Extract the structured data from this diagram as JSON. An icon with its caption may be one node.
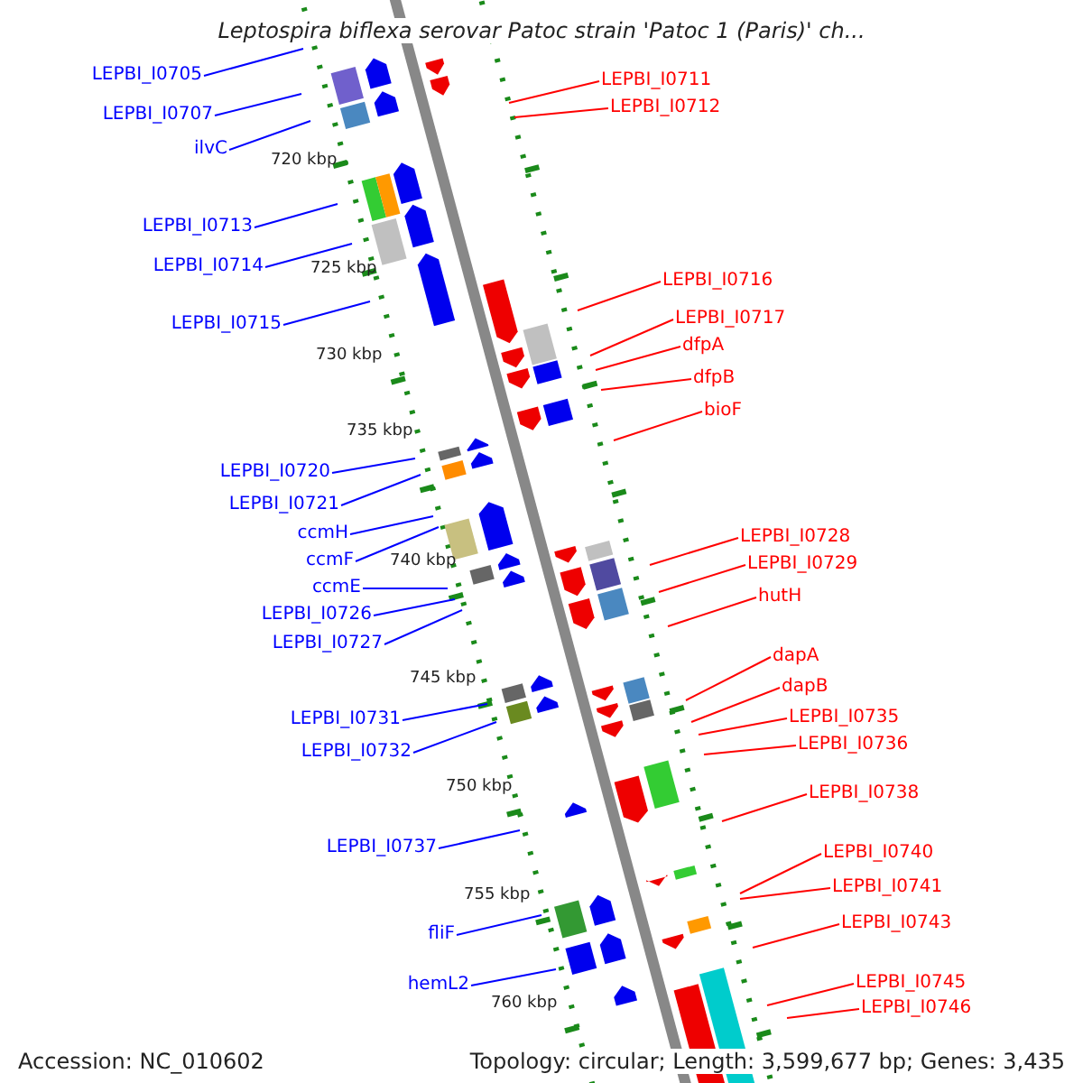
{
  "diagram": {
    "title": "Leptospira biflexa serovar Patoc strain 'Patoc 1 (Paris)' ch...",
    "nodes": [
      {
        "text": [
          "LEPBI_I0705"
        ]
      },
      {
        "text": [
          "LEPBI_I0707"
        ]
      },
      {
        "text": [
          "ilvC"
        ]
      },
      {
        "text": [
          "LEPBI_I0713"
        ]
      },
      {
        "text": [
          "LEPBI_I0714"
        ]
      },
      {
        "text": [
          "LEPBI_I0715"
        ]
      },
      {
        "text": [
          "LEPBI_I0720"
        ]
      },
      {
        "text": [
          "LEPBI_I0721"
        ]
      },
      {
        "text": [
          "ccmH"
        ]
      },
      {
        "text": [
          "ccmF"
        ]
      },
      {
        "text": [
          "ccmE"
        ]
      },
      {
        "text": [
          "LEPBI_I0726"
        ]
      },
      {
        "text": [
          "LEPBI_I0727"
        ]
      },
      {
        "text": [
          "LEPBI_I0731"
        ]
      },
      {
        "text": [
          "LEPBI_I0732"
        ]
      },
      {
        "text": [
          "LEPBI_I0737"
        ]
      },
      {
        "text": [
          "fliF"
        ]
      },
      {
        "text": [
          "hemL2"
        ]
      },
      {
        "text": [
          "LEPBI_I0711"
        ]
      },
      {
        "text": [
          "LEPBI_I0712"
        ]
      },
      {
        "text": [
          "LEPBI_I0716"
        ]
      },
      {
        "text": [
          "LEPBI_I0717"
        ]
      },
      {
        "text": [
          "dfpA"
        ]
      },
      {
        "text": [
          "dfpB"
        ]
      },
      {
        "text": [
          "bioF"
        ]
      },
      {
        "text": [
          "LEPBI_I0728"
        ]
      },
      {
        "text": [
          "LEPBI_I0729"
        ]
      },
      {
        "text": [
          "hutH"
        ]
      },
      {
        "text": [
          "dapA"
        ]
      },
      {
        "text": [
          "dapB"
        ]
      },
      {
        "text": [
          "LEPBI_I0735"
        ]
      },
      {
        "text": [
          "LEPBI_I0736"
        ]
      },
      {
        "text": [
          "LEPBI_I0738"
        ]
      },
      {
        "text": [
          "LEPBI_I0740"
        ]
      },
      {
        "text": [
          "LEPBI_I0741"
        ]
      },
      {
        "text": [
          "LEPBI_I0743"
        ]
      },
      {
        "text": [
          "LEPBI_I0745"
        ]
      },
      {
        "text": [
          "LEPBI_I0746"
        ]
      }
    ],
    "edges": [
      {
        "from": 0,
        "to": null,
        "arrow": "none",
        "color": "#0000ff"
      },
      {
        "from": 1,
        "to": null,
        "arrow": "none",
        "color": "#0000ff"
      },
      {
        "from": 2,
        "to": null,
        "arrow": "none",
        "color": "#0000ff"
      },
      {
        "from": 3,
        "to": null,
        "arrow": "none",
        "color": "#0000ff"
      },
      {
        "from": 4,
        "to": null,
        "arrow": "none",
        "color": "#0000ff"
      },
      {
        "from": 5,
        "to": null,
        "arrow": "none",
        "color": "#0000ff"
      },
      {
        "from": 6,
        "to": null,
        "arrow": "none",
        "color": "#0000ff"
      },
      {
        "from": 7,
        "to": null,
        "arrow": "none",
        "color": "#0000ff"
      },
      {
        "from": 8,
        "to": null,
        "arrow": "none",
        "color": "#0000ff"
      },
      {
        "from": 9,
        "to": null,
        "arrow": "none",
        "color": "#0000ff"
      },
      {
        "from": 10,
        "to": null,
        "arrow": "none",
        "color": "#0000ff"
      },
      {
        "from": 11,
        "to": null,
        "arrow": "none",
        "color": "#0000ff"
      },
      {
        "from": 12,
        "to": null,
        "arrow": "none",
        "color": "#0000ff"
      },
      {
        "from": 13,
        "to": null,
        "arrow": "none",
        "color": "#0000ff"
      },
      {
        "from": 14,
        "to": null,
        "arrow": "none",
        "color": "#0000ff"
      },
      {
        "from": 15,
        "to": null,
        "arrow": "none",
        "color": "#0000ff"
      },
      {
        "from": 16,
        "to": null,
        "arrow": "none",
        "color": "#0000ff"
      },
      {
        "from": 17,
        "to": null,
        "arrow": "none",
        "color": "#0000ff"
      },
      {
        "from": 18,
        "to": null,
        "arrow": "none"
      },
      {
        "from": 19,
        "to": null,
        "arrow": "none"
      },
      {
        "from": 20,
        "to": null,
        "arrow": "none"
      },
      {
        "from": 21,
        "to": null,
        "arrow": "none"
      },
      {
        "from": 22,
        "to": null,
        "arrow": "none"
      },
      {
        "from": 23,
        "to": null,
        "arrow": "none"
      },
      {
        "from": 24,
        "to": null,
        "arrow": "none"
      },
      {
        "from": 25,
        "to": null,
        "arrow": "none"
      },
      {
        "from": 26,
        "to": null,
        "arrow": "none"
      },
      {
        "from": 27,
        "to": null,
        "arrow": "none"
      },
      {
        "from": 28,
        "to": null,
        "arrow": "none"
      },
      {
        "from": 29,
        "to": null,
        "arrow": "none"
      },
      {
        "from": 30,
        "to": null,
        "arrow": "none"
      },
      {
        "from": 31,
        "to": null,
        "arrow": "none"
      },
      {
        "from": 32,
        "to": null,
        "arrow": "none"
      },
      {
        "from": 33,
        "to": null,
        "arrow": "none"
      },
      {
        "from": 34,
        "to": null,
        "arrow": "none"
      },
      {
        "from": 35,
        "to": null,
        "arrow": "none"
      },
      {
        "from": 36,
        "to": null,
        "arrow": "none"
      },
      {
        "from": 37,
        "to": null,
        "arrow": "none"
      }
    ],
    "labels": [
      "720 kbp",
      "725 kbp",
      "730 kbp",
      "735 kbp",
      "740 kbp",
      "745 kbp",
      "750 kbp",
      "755 kbp",
      "760 kbp",
      "Accession: NC_010602",
      "Topology: circular; Length: 3,599,677 bp; Genes: 3,435"
    ]
  }
}
